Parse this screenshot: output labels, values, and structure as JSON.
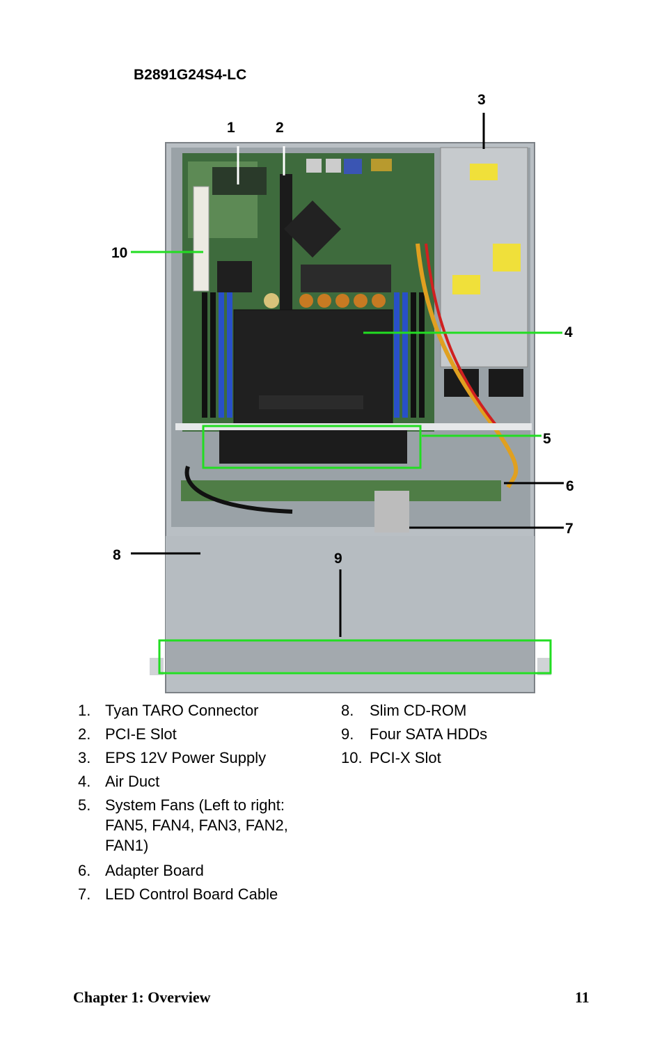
{
  "header": {
    "model": "B2891G24S4-LC"
  },
  "figure": {
    "callouts": [
      "1",
      "2",
      "3",
      "4",
      "5",
      "6",
      "7",
      "8",
      "9",
      "10"
    ],
    "highlight_color": "#22dd22",
    "leader_color": "#000000"
  },
  "legend_left": [
    {
      "num": "1.",
      "text": "Tyan TARO Connector"
    },
    {
      "num": "2.",
      "text": "PCI-E Slot"
    },
    {
      "num": "3.",
      "text": "EPS 12V Power Supply"
    },
    {
      "num": "4.",
      "text": "Air Duct"
    },
    {
      "num": "5.",
      "text": "System Fans (Left to right:",
      "text2": "FAN5, FAN4, FAN3, FAN2,",
      "text3": "FAN1)"
    },
    {
      "num": "6.",
      "text": "Adapter Board"
    },
    {
      "num": "7.",
      "text": "LED Control Board Cable"
    }
  ],
  "legend_right": [
    {
      "num": "8.",
      "text": "Slim CD-ROM"
    },
    {
      "num": "9.",
      "text": "Four SATA HDDs"
    },
    {
      "num": "10.",
      "text": "PCI-X Slot"
    }
  ],
  "footer": {
    "chapter": "Chapter 1: Overview",
    "page": "11"
  }
}
